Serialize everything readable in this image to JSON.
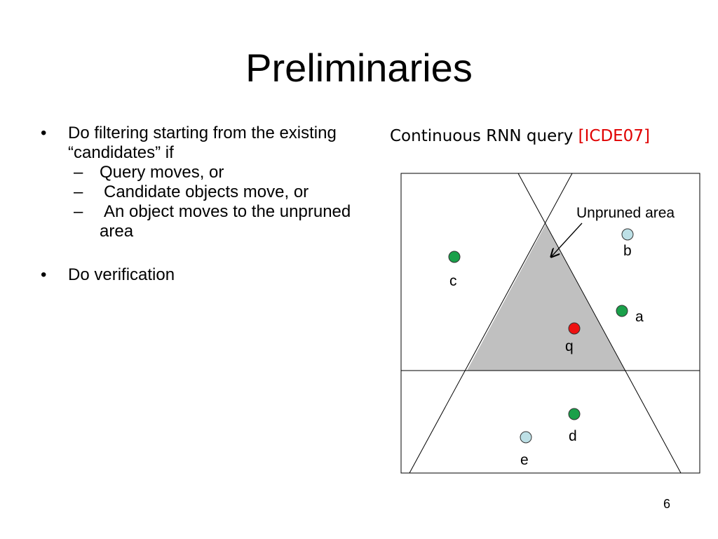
{
  "slide": {
    "title": "Preliminaries",
    "page_number": "6"
  },
  "bullets": {
    "first": "Do filtering starting from the existing “candidates” if",
    "sub": [
      "Query moves, or",
      "Candidate objects move, or",
      "An object moves to the unpruned area"
    ],
    "second": "Do verification"
  },
  "figure": {
    "caption": "Continuous RNN query",
    "reference": "[ICDE07]",
    "annotation": "Unpruned area",
    "points": {
      "c": "c",
      "b": "b",
      "a": "a",
      "q": "q",
      "d": "d",
      "e": "e"
    }
  },
  "colors": {
    "candidate": "#1aa04a",
    "query": "#ee1111",
    "other": "#bde0e6",
    "unpruned_fill": "#c0c0c0",
    "reference": "#e00000"
  }
}
